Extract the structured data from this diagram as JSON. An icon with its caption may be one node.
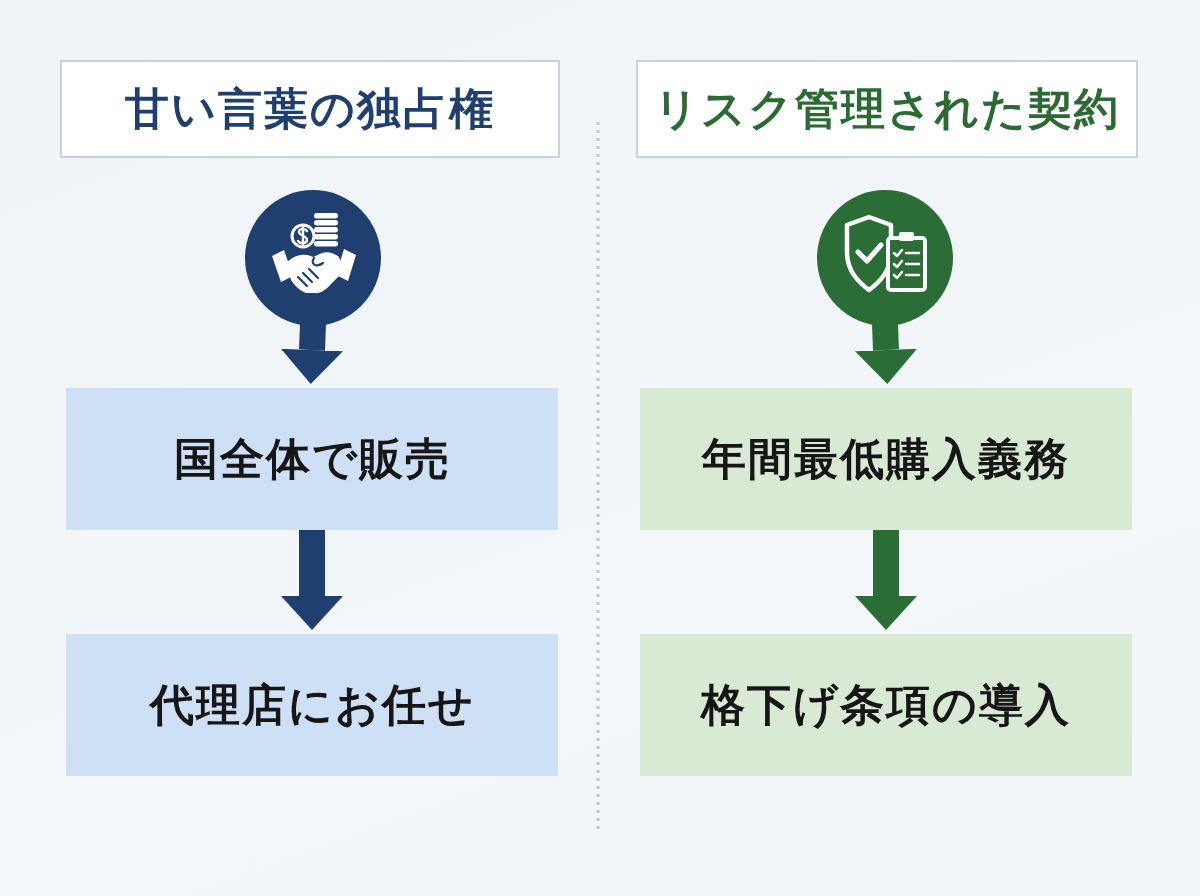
{
  "diagram": {
    "nodes": [
      {
        "text": [
          "甘い言葉の独占権"
        ]
      },
      {
        "text": [],
        "shape": "circle"
      },
      {
        "text": [
          "国全体で販売"
        ]
      },
      {
        "text": [
          "代理店にお任せ"
        ]
      },
      {
        "text": [
          "リスク管理された契約"
        ]
      },
      {
        "text": [],
        "shape": "circle"
      },
      {
        "text": [
          "年間最低購入義務"
        ]
      },
      {
        "text": [
          "格下げ条項の導入"
        ]
      }
    ],
    "edges": [
      {
        "from": 1,
        "to": 2,
        "arrow": "to",
        "color": "#1e3f70"
      },
      {
        "from": 2,
        "to": 3,
        "arrow": "to",
        "color": "#1e3f70"
      },
      {
        "from": 5,
        "to": 6,
        "arrow": "to",
        "color": "#2a6d36"
      },
      {
        "from": 6,
        "to": 7,
        "arrow": "to",
        "color": "#2a6d36"
      }
    ]
  }
}
